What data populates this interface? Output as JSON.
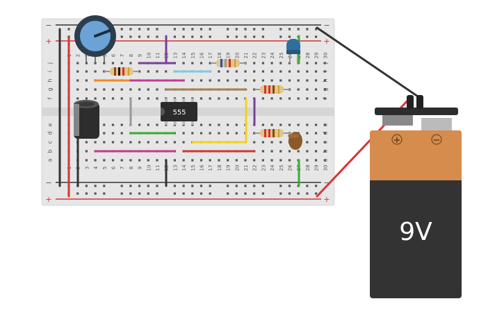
{
  "breadboard": {
    "top_column_numbers": [
      "1",
      "2",
      "3",
      "4",
      "5",
      "6",
      "7",
      "8",
      "9",
      "10",
      "11",
      "12",
      "13",
      "14",
      "15",
      "16",
      "17",
      "18",
      "19",
      "20",
      "21",
      "22",
      "23",
      "24",
      "25",
      "26",
      "27",
      "28",
      "29",
      "30"
    ],
    "bottom_column_numbers": [
      "1",
      "2",
      "3",
      "4",
      "5",
      "6",
      "7",
      "8",
      "9",
      "10",
      "11",
      "12",
      "13",
      "14",
      "15",
      "16",
      "17",
      "18",
      "19",
      "20",
      "21",
      "22",
      "23",
      "24",
      "25",
      "26",
      "27",
      "28",
      "29",
      "30"
    ],
    "upper_row_letters": [
      "j",
      "i",
      "h",
      "g",
      "f"
    ],
    "lower_row_letters": [
      "e",
      "d",
      "c",
      "b",
      "a"
    ],
    "rail_plus": "+",
    "rail_minus": "−"
  },
  "chip": {
    "label": "555"
  },
  "battery": {
    "label": "9V",
    "plus_symbol": "+",
    "minus_symbol": "−"
  },
  "colors": {
    "board": "#e6e6e6",
    "rail_red": "#d33030",
    "rail_dark": "#333333",
    "battery_top": "#d68c4c",
    "battery_body": "#333333",
    "wire_purple": "#7b3f99",
    "wire_pink": "#c8388f",
    "wire_green": "#3aaa35",
    "wire_yellow": "#f2d319",
    "wire_orange": "#ef8c25",
    "wire_lightblue": "#7fcbe0",
    "wire_brown": "#a97c50",
    "wire_red": "#d93434",
    "led_blue": "#3a7db0"
  }
}
